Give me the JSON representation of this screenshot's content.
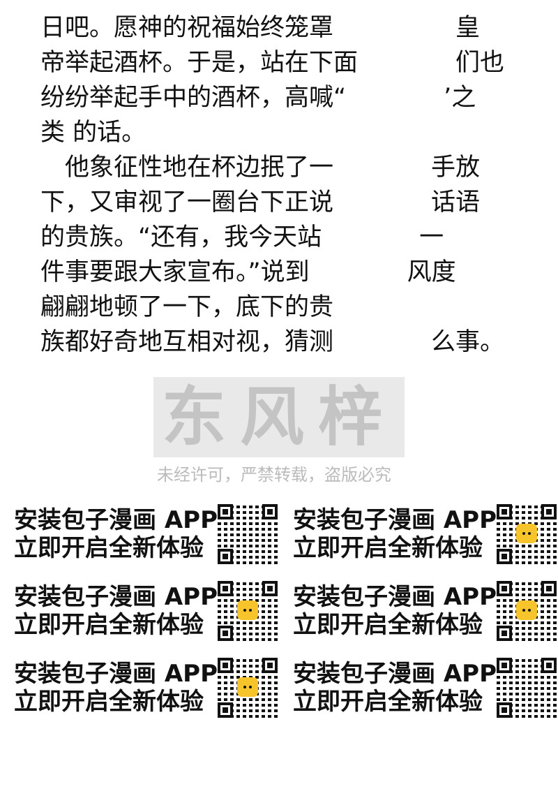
{
  "text_lines": [
    "日吧。愿神的祝福始终笼罩　　　　　皇",
    "帝举起酒杯。于是，站在下面　　　　们也",
    "纷纷举起手中的酒杯，高喊“　　　　’之",
    "类 的话。",
    "　他象征性地在杯边抿了一　　　　手放",
    "下，又审视了一圈台下正说　　　　话语",
    "的贵族。“还有，我今天站　　　　一",
    "件事要跟大家宣布。”说到　　　　风度",
    "翩翩地顿了一下，底下的贵",
    "族都好奇地互相对视，猜测　　　　么事。"
  ],
  "ad": {
    "install": "安装包子漫画 APP",
    "open": "立即开启全新体验"
  },
  "watermark": {
    "main": "东风梓",
    "sub": "未经许可，严禁转载，盗版必究"
  }
}
